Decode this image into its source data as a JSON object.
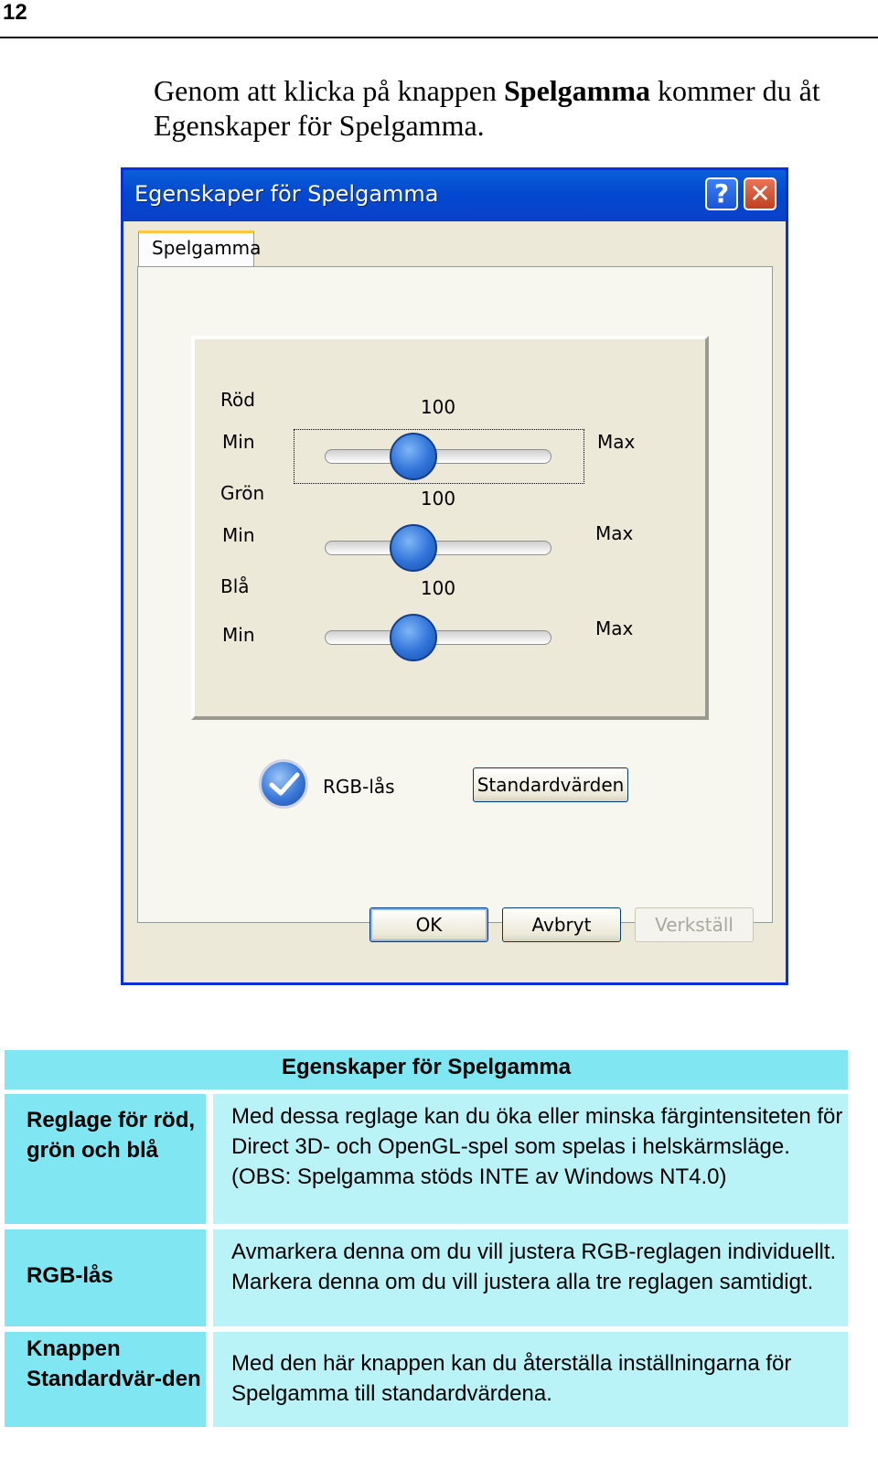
{
  "page_number": "12",
  "intro": {
    "part1": "Genom att klicka på knappen ",
    "bold": "Spelgamma",
    "part2": " kommer du åt Egenskaper för Spelgamma."
  },
  "dialog": {
    "title": "Egenskaper för Spelgamma",
    "help_label": "?",
    "close_label": "✕",
    "tab_label": "Spelgamma",
    "sliders": [
      {
        "label": "Röd",
        "value": "100",
        "min": "Min",
        "max": "Max",
        "position": 0.36
      },
      {
        "label": "Grön",
        "value": "100",
        "min": "Min",
        "max": "Max",
        "position": 0.36
      },
      {
        "label": "Blå",
        "value": "100",
        "min": "Min",
        "max": "Max",
        "position": 0.36
      }
    ],
    "rgb_lock_label": "RGB-lås",
    "defaults_button": "Standardvärden",
    "ok_button": "OK",
    "cancel_button": "Avbryt",
    "apply_button": "Verkställ"
  },
  "table": {
    "header": "Egenskaper för Spelgamma",
    "rows": [
      {
        "term": "Reglage för röd, grön och blå",
        "desc": "Med dessa reglage kan du öka eller minska färgintensiteten för Direct 3D- och OpenGL-spel som spelas i helskärmsläge. (OBS: Spelgamma stöds INTE av Windows NT4.0)"
      },
      {
        "term": "RGB-lås",
        "desc": "Avmarkera denna om du vill justera RGB-reglagen individuellt. Markera denna om du vill justera alla tre reglagen samtidigt."
      },
      {
        "term": "Knappen Standardvär-den",
        "desc": "Med den här knappen kan du återställa inställningarna för Spelgamma till standardvärdena."
      }
    ]
  }
}
